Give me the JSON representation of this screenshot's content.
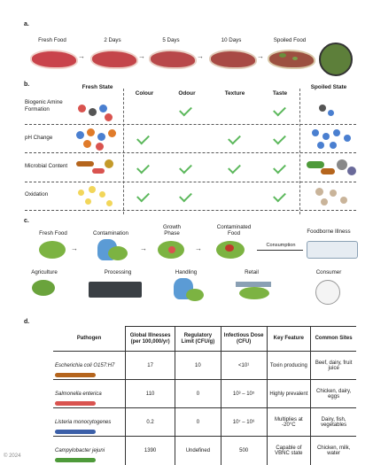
{
  "panels": {
    "a": "a.",
    "b": "b.",
    "c": "c.",
    "d": "d."
  },
  "panel_a": {
    "stages": [
      "Fresh Food",
      "2 Days",
      "5 Days",
      "10 Days",
      "Spoiled Food"
    ],
    "colors": {
      "meat": "#c2454b",
      "fat": "#f3d6cf",
      "mold": "#6a8f3d"
    }
  },
  "panel_b": {
    "fresh_state": "Fresh State",
    "spoiled_state": "Spoiled State",
    "columns": [
      "Colour",
      "Odour",
      "Texture",
      "Taste"
    ],
    "rows": [
      {
        "label": "Biogenic Amine Formation",
        "checks": [
          false,
          true,
          false,
          true
        ]
      },
      {
        "label": "pH Change",
        "checks": [
          true,
          false,
          true,
          true
        ]
      },
      {
        "label": "Microbial Content",
        "checks": [
          true,
          true,
          true,
          true
        ]
      },
      {
        "label": "Oxidation",
        "checks": [
          true,
          true,
          false,
          true
        ]
      }
    ],
    "check_color": "#5cb85c"
  },
  "panel_c": {
    "top": [
      "Fresh Food",
      "Contamination",
      "Growth Phase",
      "Contaminated Food",
      "Foodborne Illness"
    ],
    "consumption": "Consumption",
    "bottom": [
      "Agriculture",
      "Processing",
      "Handling",
      "Retail",
      "Consumer"
    ]
  },
  "panel_d": {
    "headers": [
      "Pathogen",
      "Global Illnesses (per 100,000/yr)",
      "Regulatory Limit (CFU/g)",
      "Infectious Dose (CFU)",
      "Key Feature",
      "Common Sites"
    ],
    "rows": [
      {
        "pathogen": "Escherichia coli O157:H7",
        "illness": "17",
        "limit": "10",
        "dose": "<10¹",
        "feature": "Toxin producing",
        "sites": "Beef, dairy, fruit juice",
        "color": "#b5651d"
      },
      {
        "pathogen": "Salmonella enterica",
        "illness": "110",
        "limit": "0",
        "dose": "10³ – 10⁵",
        "feature": "Highly prevalent",
        "sites": "Chicken, dairy, eggs",
        "color": "#d9534f"
      },
      {
        "pathogen": "Listeria monocytogenes",
        "illness": "0.2",
        "limit": "0",
        "dose": "10⁷ – 10⁹",
        "feature": "Multiplies at -20°C",
        "sites": "Dairy, fish, vegetables",
        "color": "#3b5fa8"
      },
      {
        "pathogen": "Campylobacter jejuni",
        "illness": "1390",
        "limit": "Undefined",
        "dose": "500",
        "feature": "Capable of VBNC state",
        "sites": "Chicken, milk, water",
        "color": "#4e9a3a"
      }
    ]
  },
  "watermark": "© 2024"
}
